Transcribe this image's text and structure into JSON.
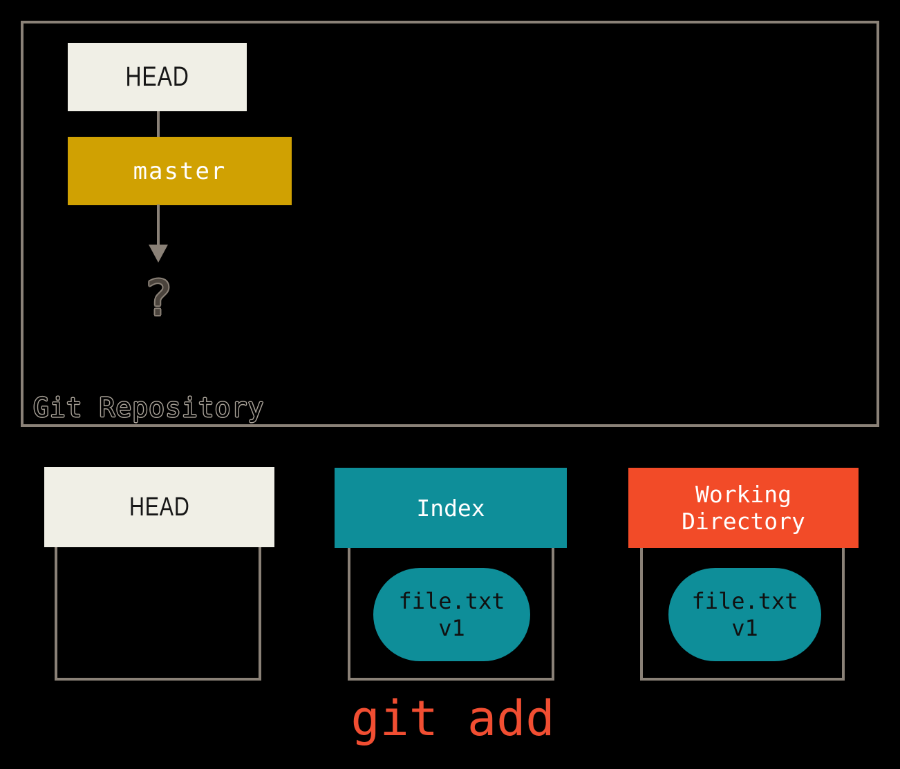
{
  "palette": {
    "background": "#000000",
    "frame_gray": "#8A8177",
    "outline_gray": "#ABA49A",
    "cream": "#F0EFE6",
    "gold": "#D0A102",
    "teal": "#0E8E99",
    "orange": "#F24B28",
    "command_orange": "#F14E32",
    "question_fill": "#4A433C",
    "text_white": "#FFFFFF",
    "text_dark": "#161616"
  },
  "repository": {
    "label": "Git Repository",
    "head_label": "HEAD",
    "branch_label": "master",
    "unknown_commit": "?"
  },
  "columns": [
    {
      "title": "HEAD"
    },
    {
      "title": "Index",
      "file": {
        "name": "file.txt",
        "version": "v1"
      }
    },
    {
      "title": "Working Directory",
      "file": {
        "name": "file.txt",
        "version": "v1"
      }
    }
  ],
  "command": "git add"
}
